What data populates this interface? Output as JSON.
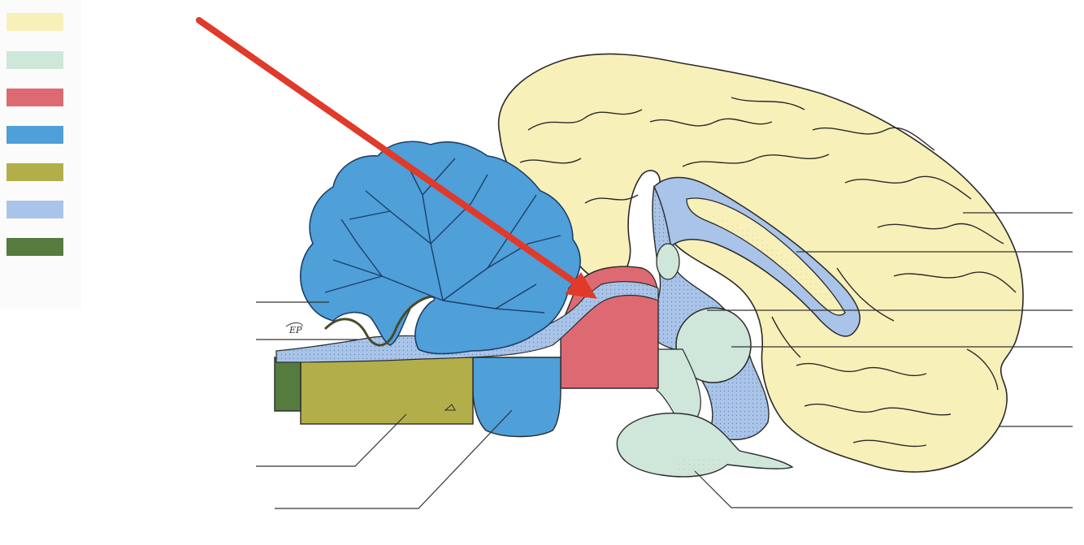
{
  "legend": {
    "items": [
      {
        "name": "swatch-yellow",
        "color": "#f8f0b9"
      },
      {
        "name": "swatch-mint",
        "color": "#cfe6da"
      },
      {
        "name": "swatch-red",
        "color": "#dd6a72"
      },
      {
        "name": "swatch-blue",
        "color": "#4f9fd9"
      },
      {
        "name": "swatch-olive",
        "color": "#b2af4b"
      },
      {
        "name": "swatch-lightblue",
        "color": "#a9c4e8"
      },
      {
        "name": "swatch-darkgreen",
        "color": "#557b3f"
      }
    ]
  },
  "diagram": {
    "signature": "EP",
    "colors": {
      "cerebrum": "#f8f0b9",
      "diencephalon": "#cfe6da",
      "midbrain": "#dd6a72",
      "cerebellum": "#4f9fd9",
      "medulla": "#b2af4b",
      "ventricle": "#a9c4e8",
      "spinal": "#557b3f",
      "arrow": "#e03a2a"
    }
  }
}
